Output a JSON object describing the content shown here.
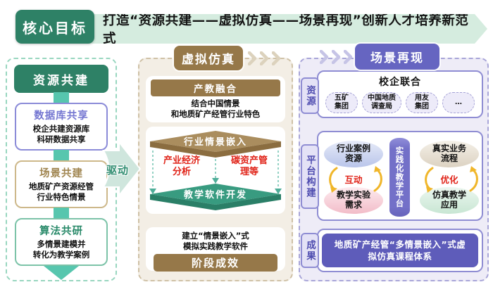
{
  "header": {
    "core_goal": "核心目标",
    "banner": "打造“资源共建——虚拟仿真——场景再现”创新人才培养新范式"
  },
  "left_column": {
    "title": "资源共建",
    "items": [
      {
        "title": "数据库共享",
        "body": "校企共建资源库\n科研数据共享"
      },
      {
        "title": "场景共建",
        "body": "地质矿产资源经管\n行业特色情景"
      },
      {
        "title": "算法共研",
        "body": "多情景建模并\n转化为教学案例"
      }
    ]
  },
  "drive_arrow": {
    "label": "驱动"
  },
  "middle_column": {
    "title": "虚拟仿真",
    "industry_education": {
      "title": "产教融合",
      "body": "结合中国情景\n和地质矿产经管行业特色"
    },
    "stack": {
      "top_slab": "行业情景嵌入",
      "left_item": "产业经济\n分析",
      "right_item": "碳资产管\n理等",
      "bottom_slab": "教学软件开发"
    },
    "result": {
      "body": "建立“情景嵌入”式\n模拟实践教学软件",
      "badge": "阶段成效"
    }
  },
  "right_column": {
    "title": "场景再现",
    "resource_row": {
      "label": "资源",
      "title": "校企联合",
      "pills": [
        "五矿\n集团",
        "中国地质\n调查局",
        "用友\n集团",
        "…"
      ]
    },
    "platform_row": {
      "label": "平台构建",
      "top_left": "行业案例\n资源",
      "bottom_left": "教学实验\n需求",
      "top_right": "真实业务\n流程",
      "bottom_right": "仿真教学\n应用",
      "left_relation": "互动",
      "right_relation": "优化",
      "platform": "实践化教学平台"
    },
    "outcome_row": {
      "label": "成果",
      "body": "地质矿产经管“多情景嵌入”式虚\n拟仿真课程体系"
    }
  },
  "colors": {
    "green_dark": "#2E8166",
    "mint_banner": "#D5ECDF",
    "teal_connector": "#57C6AE",
    "purple_item_title": "#7476D1",
    "tan_item_title": "#A08550",
    "green_item_title": "#2A8A6A",
    "brown_header": "#967849",
    "brown_slab": "#AA8D5E",
    "green_slab": "#389B80",
    "purple_header": "#6665C1",
    "purple_outcome": "#5E5CBA",
    "red_text": "#E02318",
    "yellow_arrow": "#F0B62A"
  }
}
